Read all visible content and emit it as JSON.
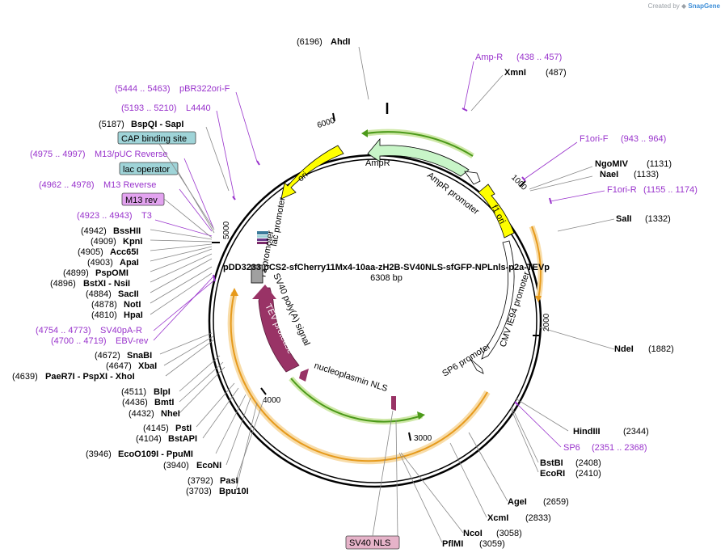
{
  "watermark": {
    "prefix": "Created by",
    "brand": "SnapGene"
  },
  "plasmid": {
    "name": "pDD3233 pCS2-sfCherry11Mx4-10aa-zH2B-SV40NLS-sfGFP-NPLnls-p2a-TEVp",
    "length": "6308 bp",
    "total_bp": 6308
  },
  "ticks": [
    {
      "bp": 1000,
      "label": "1000"
    },
    {
      "bp": 2000,
      "label": "2000"
    },
    {
      "bp": 3000,
      "label": "3000"
    },
    {
      "bp": 4000,
      "label": "4000"
    },
    {
      "bp": 5000,
      "label": "5000"
    },
    {
      "bp": 6000,
      "label": "6000"
    }
  ],
  "enzymes": [
    {
      "name": "AhdI",
      "pos": "(6196)"
    },
    {
      "name": "XmnI",
      "pos": "(487)"
    },
    {
      "name": "NgoMIV",
      "pos": "(1131)"
    },
    {
      "name": "NaeI",
      "pos": "(1133)"
    },
    {
      "name": "SalI",
      "pos": "(1332)"
    },
    {
      "name": "NdeI",
      "pos": "(1882)"
    },
    {
      "name": "HindIII",
      "pos": "(2344)"
    },
    {
      "name": "BstBI",
      "pos": "(2408)"
    },
    {
      "name": "EcoRI",
      "pos": "(2410)"
    },
    {
      "name": "AgeI",
      "pos": "(2659)"
    },
    {
      "name": "XcmI",
      "pos": "(2833)"
    },
    {
      "name": "NcoI",
      "pos": "(3058)"
    },
    {
      "name": "PflMI",
      "pos": "(3059)"
    },
    {
      "name": "PasI",
      "pos": "(3792)"
    },
    {
      "name": "Bpu10I",
      "pos": "(3703)"
    },
    {
      "name": "EcoNI",
      "pos": "(3940)"
    },
    {
      "name": "EcoO109I - PpuMI",
      "pos": "(3946)"
    },
    {
      "name": "BstAPI",
      "pos": "(4104)"
    },
    {
      "name": "PstI",
      "pos": "(4145)"
    },
    {
      "name": "NheI",
      "pos": "(4432)"
    },
    {
      "name": "BmtI",
      "pos": "(4436)"
    },
    {
      "name": "BlpI",
      "pos": "(4511)"
    },
    {
      "name": "PaeR7I - PspXI - XhoI",
      "pos": "(4639)"
    },
    {
      "name": "XbaI",
      "pos": "(4647)"
    },
    {
      "name": "SnaBI",
      "pos": "(4672)"
    },
    {
      "name": "HpaI",
      "pos": "(4810)"
    },
    {
      "name": "NotI",
      "pos": "(4878)"
    },
    {
      "name": "SacII",
      "pos": "(4884)"
    },
    {
      "name": "BstXI - NsiI",
      "pos": "(4896)"
    },
    {
      "name": "PspOMI",
      "pos": "(4899)"
    },
    {
      "name": "ApaI",
      "pos": "(4903)"
    },
    {
      "name": "Acc65I",
      "pos": "(4905)"
    },
    {
      "name": "KpnI",
      "pos": "(4909)"
    },
    {
      "name": "BssHII",
      "pos": "(4942)"
    },
    {
      "name": "BspQI - SapI",
      "pos": "(5187)"
    }
  ],
  "primers": [
    {
      "name": "Amp-R",
      "range": "(438 .. 457)"
    },
    {
      "name": "F1ori-F",
      "range": "(943 .. 964)"
    },
    {
      "name": "F1ori-R",
      "range": "(1155 .. 1174)"
    },
    {
      "name": "SP6",
      "range": "(2351 .. 2368)"
    },
    {
      "name": "pBR322ori-F",
      "range": "(5444 .. 5463)"
    },
    {
      "name": "L4440",
      "range": "(5193 .. 5210)"
    },
    {
      "name": "M13/pUC Reverse",
      "range": "(4975 .. 4997)"
    },
    {
      "name": "M13 Reverse",
      "range": "(4962 .. 4978)"
    },
    {
      "name": "T3",
      "range": "(4923 .. 4943)"
    },
    {
      "name": "SV40pA-R",
      "range": "(4754 .. 4773)"
    },
    {
      "name": "EBV-rev",
      "range": "(4700 .. 4719)"
    }
  ],
  "boxed_features": [
    {
      "name": "CAP binding site",
      "color": "#9fd4d8"
    },
    {
      "name": "lac operator",
      "color": "#9fd4d8"
    },
    {
      "name": "M13 rev",
      "color": "#e3a3f0"
    },
    {
      "name": "SV40 NLS",
      "color": "#e6b3c9"
    }
  ],
  "features": [
    {
      "name": "AmpR",
      "color": "#c8f5c8"
    },
    {
      "name": "AmpR promoter",
      "color": "#ffffff"
    },
    {
      "name": "f1 ori",
      "color": "#ffff00"
    },
    {
      "name": "ori",
      "color": "#ffff00"
    },
    {
      "name": "lac promoter",
      "color": "#ffffff"
    },
    {
      "name": "T3 promoter",
      "color": "#ffffff"
    },
    {
      "name": "SV40 poly(A) signal",
      "color": "#999999"
    },
    {
      "name": "TEV protease",
      "color": "#993366"
    },
    {
      "name": "nucleoplasmin NLS",
      "color": "#993366"
    },
    {
      "name": "CMV IE94 promoter",
      "color": "#ffffff"
    },
    {
      "name": "SP6 promoter",
      "color": "#ffffff"
    }
  ],
  "colors": {
    "primer": "#9933cc",
    "orf_orange": "#f5b041",
    "orf_green": "#66aa22",
    "backbone": "#000000"
  }
}
